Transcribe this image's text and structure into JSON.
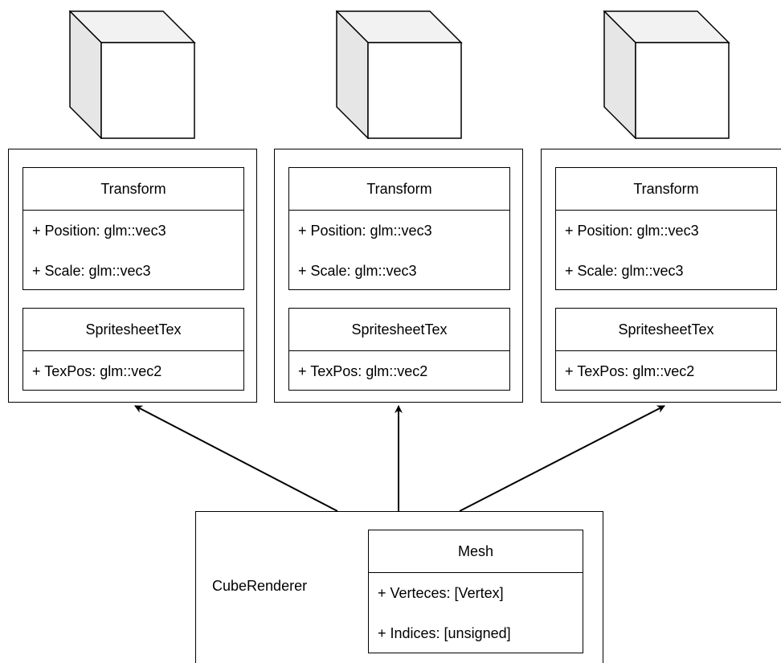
{
  "entities": [
    {
      "icon": "cube-icon",
      "transform": {
        "title": "Transform",
        "attributes": [
          "+ Position: glm::vec3",
          "+ Scale: glm::vec3"
        ]
      },
      "spritesheet": {
        "title": "SpritesheetTex",
        "attributes": [
          "+ TexPos: glm::vec2"
        ]
      }
    },
    {
      "icon": "cube-icon",
      "transform": {
        "title": "Transform",
        "attributes": [
          "+ Position: glm::vec3",
          "+ Scale: glm::vec3"
        ]
      },
      "spritesheet": {
        "title": "SpritesheetTex",
        "attributes": [
          "+ TexPos: glm::vec2"
        ]
      }
    },
    {
      "icon": "cube-icon",
      "transform": {
        "title": "Transform",
        "attributes": [
          "+ Position: glm::vec3",
          "+ Scale: glm::vec3"
        ]
      },
      "spritesheet": {
        "title": "SpritesheetTex",
        "attributes": [
          "+ TexPos: glm::vec2"
        ]
      }
    }
  ],
  "renderer": {
    "label": "CubeRenderer",
    "mesh": {
      "title": "Mesh",
      "attributes": [
        "+ Verteces: [Vertex]",
        "+ Indices: [unsigned]"
      ]
    }
  },
  "colors": {
    "cube_front": "#ffffff",
    "cube_top": "#f2f2f2",
    "cube_side": "#e6e6e6",
    "stroke": "#000000"
  }
}
